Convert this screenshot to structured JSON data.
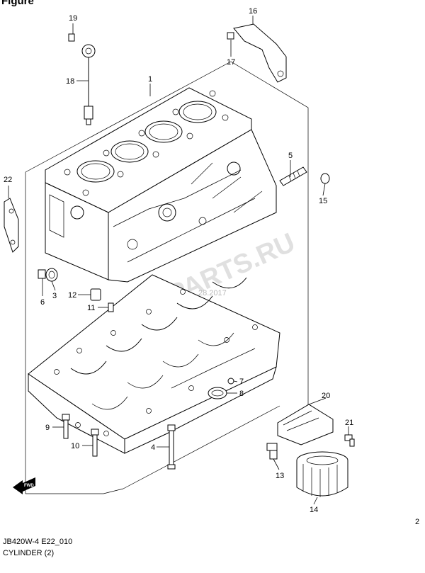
{
  "header": {
    "partial_title": "Figure"
  },
  "diagram": {
    "callouts": [
      "19",
      "16",
      "17",
      "18",
      "1",
      "5",
      "22",
      "15",
      "3",
      "6",
      "12",
      "11",
      "7",
      "8",
      "9",
      "10",
      "4",
      "20",
      "21",
      "13",
      "14",
      "2"
    ],
    "watermark": "ALFA-PARTS.RU",
    "watermark_date": "28.2017",
    "fwd_label": "FWD"
  },
  "footer": {
    "code": "JB420W-4 E22_010",
    "subtitle": "CYLINDER (2)"
  },
  "colors": {
    "line": "#000000",
    "background": "#ffffff",
    "watermark": "#c8c8c8"
  }
}
